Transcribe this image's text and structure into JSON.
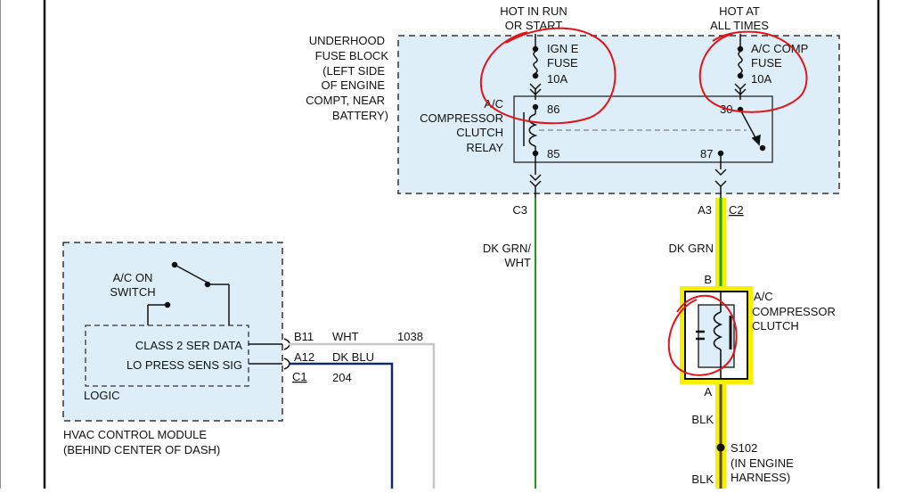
{
  "diagram": {
    "power_sources": {
      "run_start": [
        "HOT IN RUN",
        "OR START"
      ],
      "all_times": [
        "HOT AT",
        "ALL TIMES"
      ]
    },
    "underhood_fuse_block": {
      "label": [
        "UNDERHOOD",
        "FUSE BLOCK",
        "(LEFT SIDE",
        "OF ENGINE",
        "COMPT, NEAR",
        "BATTERY)"
      ],
      "fuse_ign": [
        "IGN E",
        "FUSE",
        "10A"
      ],
      "fuse_ac": [
        "A/C COMP",
        "FUSE",
        "10A"
      ],
      "relay_label": [
        "A/C",
        "COMPRESSOR",
        "CLUTCH",
        "RELAY"
      ],
      "pins": {
        "p86": "86",
        "p85": "85",
        "p30": "30",
        "p87": "87"
      }
    },
    "connectors": {
      "c3": "C3",
      "a3": "A3",
      "c2": "C2",
      "b11": "B11",
      "a12": "A12",
      "c1": "C1",
      "b": "B",
      "a": "A"
    },
    "wires": {
      "dk_grn_wht": [
        "DK GRN/",
        "WHT"
      ],
      "dk_grn": "DK GRN",
      "wht": "WHT",
      "wht_circuit": "1038",
      "dk_blu": "DK BLU",
      "dk_blu_circuit": "204",
      "blk_upper": "BLK",
      "blk_lower": "BLK"
    },
    "compressor_clutch": {
      "label": [
        "A/C",
        "COMPRESSOR",
        "CLUTCH"
      ]
    },
    "splice": {
      "id": "S102",
      "label": [
        "(IN ENGINE",
        "HARNESS)"
      ]
    },
    "hvac_module": {
      "switch_label": [
        "A/C ON",
        "SWITCH"
      ],
      "class2": "CLASS 2 SER DATA",
      "lo_press": "LO PRESS SENS SIG",
      "logic": "LOGIC",
      "label": [
        "HVAC CONTROL MODULE",
        "(BEHIND CENTER OF DASH)"
      ]
    },
    "colors": {
      "panel_fill": "#ddeef8",
      "dk_grn": "#18a018",
      "highlight_yellow": "#f6f000",
      "dk_blu": "#102a6a",
      "wht_wire": "#c8c8c8",
      "blk_wire": "#5a4a1a",
      "annotation_red": "#e0141c"
    }
  }
}
